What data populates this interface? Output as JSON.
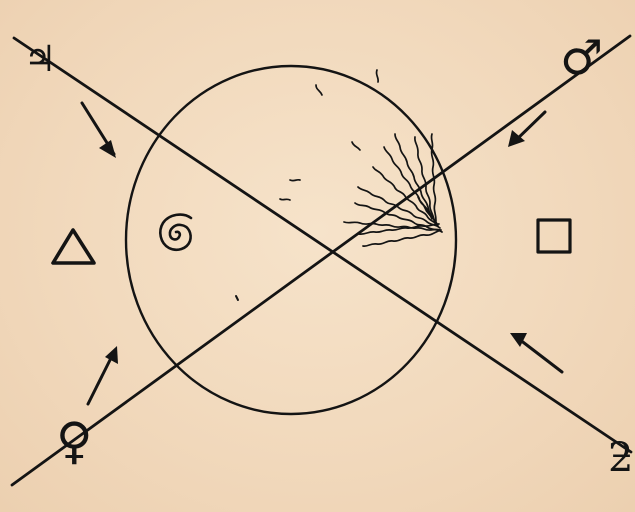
{
  "symbols": {
    "jupiter": "♃",
    "mars": "♂",
    "venus": "♀",
    "saturn": "ƻ"
  },
  "shapes": {
    "left": "triangle",
    "right": "square",
    "center": "spiral"
  },
  "colors": {
    "ink": "#141414",
    "paper": "#f3dcc0"
  }
}
